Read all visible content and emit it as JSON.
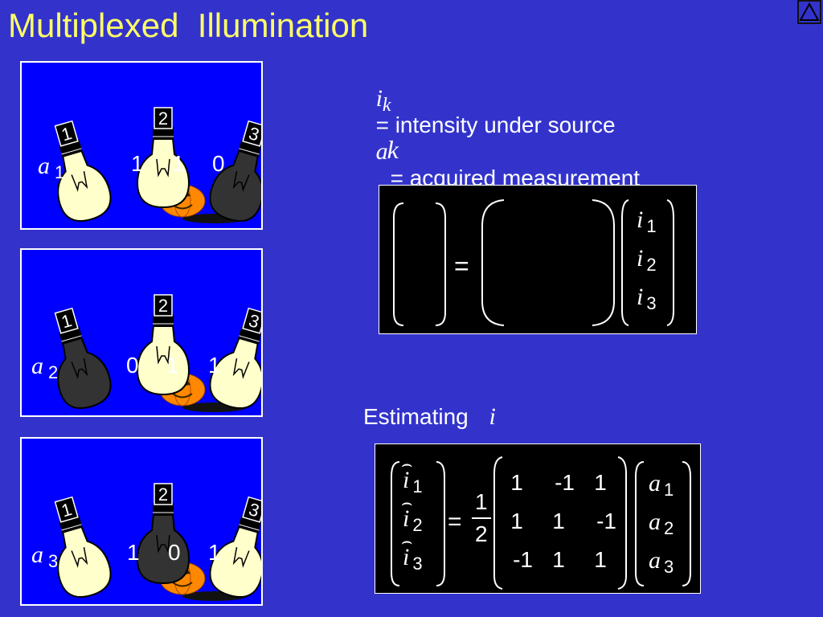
{
  "slide": {
    "title": "Multiplexed  Illumination",
    "nav_button": "triangle-up-icon"
  },
  "panels": [
    {
      "bulbs": [
        {
          "num": "1",
          "on": true
        },
        {
          "num": "2",
          "on": true
        },
        {
          "num": "3",
          "on": false
        }
      ],
      "label_var": "a",
      "label_sub": "1",
      "code": [
        "1",
        "1",
        "0"
      ]
    },
    {
      "bulbs": [
        {
          "num": "1",
          "on": false
        },
        {
          "num": "2",
          "on": true
        },
        {
          "num": "3",
          "on": true
        }
      ],
      "label_var": "a",
      "label_sub": "2",
      "code": [
        "0",
        "1",
        "1"
      ]
    },
    {
      "bulbs": [
        {
          "num": "1",
          "on": true
        },
        {
          "num": "2",
          "on": false
        },
        {
          "num": "3",
          "on": true
        }
      ],
      "label_var": "a",
      "label_sub": "3",
      "code": [
        "1",
        "0",
        "1"
      ]
    }
  ],
  "definitions": {
    "line1_var": "i",
    "line1_sub": "k",
    "line1_text": "= intensity under source",
    "line1_k": "k",
    "line2_var": "a",
    "line2_text": "= acquired measurement"
  },
  "matrix1": {
    "equals": "=",
    "var": "i",
    "subs": [
      "1",
      "2",
      "3"
    ]
  },
  "estimating": {
    "label": "Estimating",
    "var": "i"
  },
  "matrix2": {
    "lhs_var": "i",
    "lhs_subs": [
      "1",
      "2",
      "3"
    ],
    "equals": "=",
    "frac_num": "1",
    "frac_den": "2",
    "rows": [
      [
        "1",
        "-1",
        "1"
      ],
      [
        "1",
        "1",
        "-1"
      ],
      [
        "-1",
        "1",
        "1"
      ]
    ],
    "rhs_var": "a",
    "rhs_subs": [
      "1",
      "2",
      "3"
    ]
  },
  "colors": {
    "background": "#3333cc",
    "panel": "#0000ff",
    "title": "#ffff66",
    "bulb_on": "#ffffcc",
    "bulb_off": "#333333",
    "pumpkin": "#ff8800"
  }
}
